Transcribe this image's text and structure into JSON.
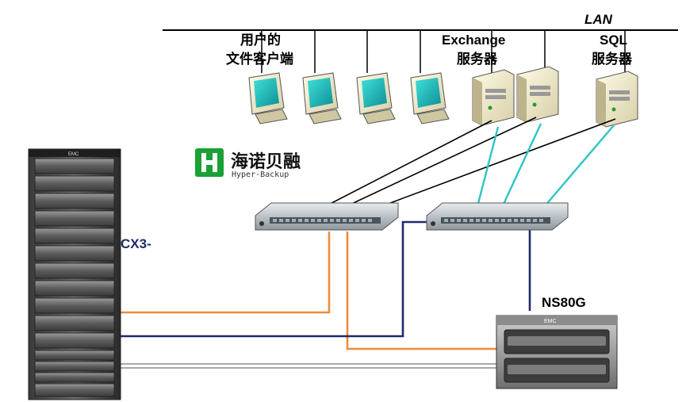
{
  "labels": {
    "lan": "LAN",
    "file_clients_line1": "用户的",
    "file_clients_line2": "文件客户端",
    "exchange_line1": "Exchange",
    "exchange_line2": "服务器",
    "sql_line1": "SQL",
    "sql_line2": "服务器",
    "cx3": "CX3-",
    "ns80g": "NS80G",
    "emc_rack": "EMC",
    "emc_ns": "EMC"
  },
  "logo": {
    "name": "海诺贝融",
    "subtitle": "Hyper-Backup",
    "color": "#1aa035"
  },
  "colors": {
    "fiber_cyan": "#2ec4c4",
    "storage_orange": "#f08a3c",
    "network_navy": "#1f2a6b",
    "lan_black": "#000000",
    "gray_link": "#888888"
  }
}
